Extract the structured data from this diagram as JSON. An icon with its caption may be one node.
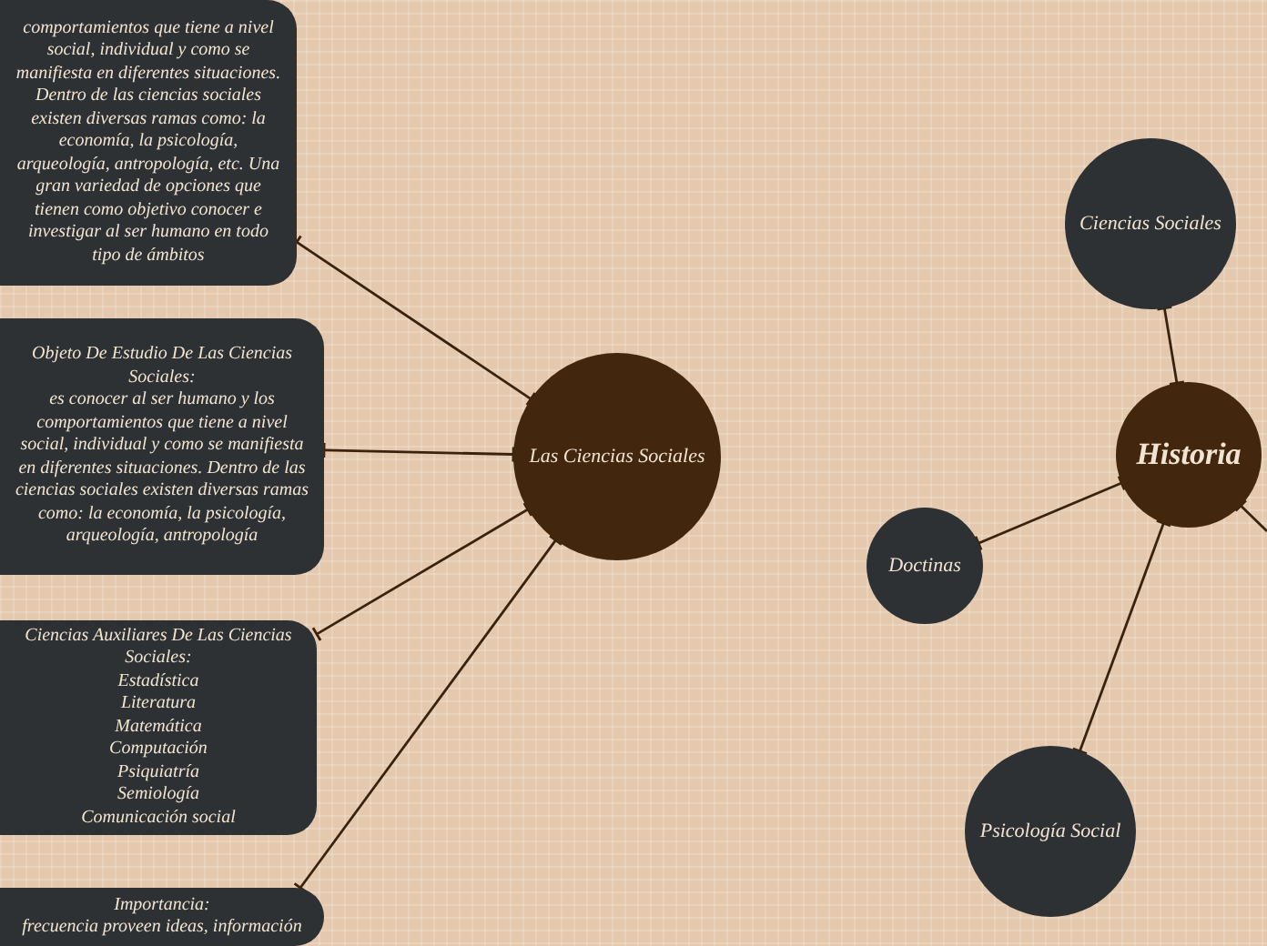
{
  "diagram": {
    "nodes": [
      {
        "text": [
          "comportamientos que tiene a nivel social, individual y como se manifiesta en diferentes situaciones. Dentro de las ciencias sociales existen diversas ramas como: la economía, la psicología, arqueología, antropología, etc. Una gran variedad de opciones que tienen como objetivo conocer e investigar al ser humano en todo tipo de ámbitos"
        ]
      },
      {
        "text": [
          "Objeto De Estudio De Las Ciencias Sociales:",
          "es conocer al ser humano y los comportamientos que tiene a nivel social, individual y como se manifiesta en diferentes situaciones. Dentro de las ciencias sociales existen diversas ramas como: la economía, la psicología, arqueología, antropología"
        ]
      },
      {
        "text": [
          "Ciencias Auxiliares De Las Ciencias Sociales:",
          "Estadística",
          "Literatura",
          "Matemática",
          "Computación",
          "Psiquiatría",
          "Semiología",
          "Comunicación social"
        ]
      },
      {
        "text": [
          "Importancia:",
          "frecuencia proveen ideas, información"
        ]
      },
      {
        "text": [
          "Las Ciencias Sociales"
        ]
      },
      {
        "text": [
          "Ciencias Sociales"
        ]
      },
      {
        "text": [
          "Historia"
        ]
      },
      {
        "text": [
          "Doctinas"
        ]
      },
      {
        "text": [
          "Psicología Social"
        ]
      }
    ],
    "edges": [
      {
        "from": 4,
        "to": 0,
        "arrow": "other"
      },
      {
        "from": 4,
        "to": 1,
        "arrow": "other"
      },
      {
        "from": 4,
        "to": 2,
        "arrow": "other"
      },
      {
        "from": 4,
        "to": 3,
        "arrow": "other"
      },
      {
        "from": 6,
        "to": 5,
        "arrow": "other"
      },
      {
        "from": 6,
        "to": 7,
        "arrow": "other"
      },
      {
        "from": 6,
        "to": 8,
        "arrow": "other"
      },
      {
        "from": 6,
        "to": null,
        "arrow": "other"
      }
    ]
  }
}
